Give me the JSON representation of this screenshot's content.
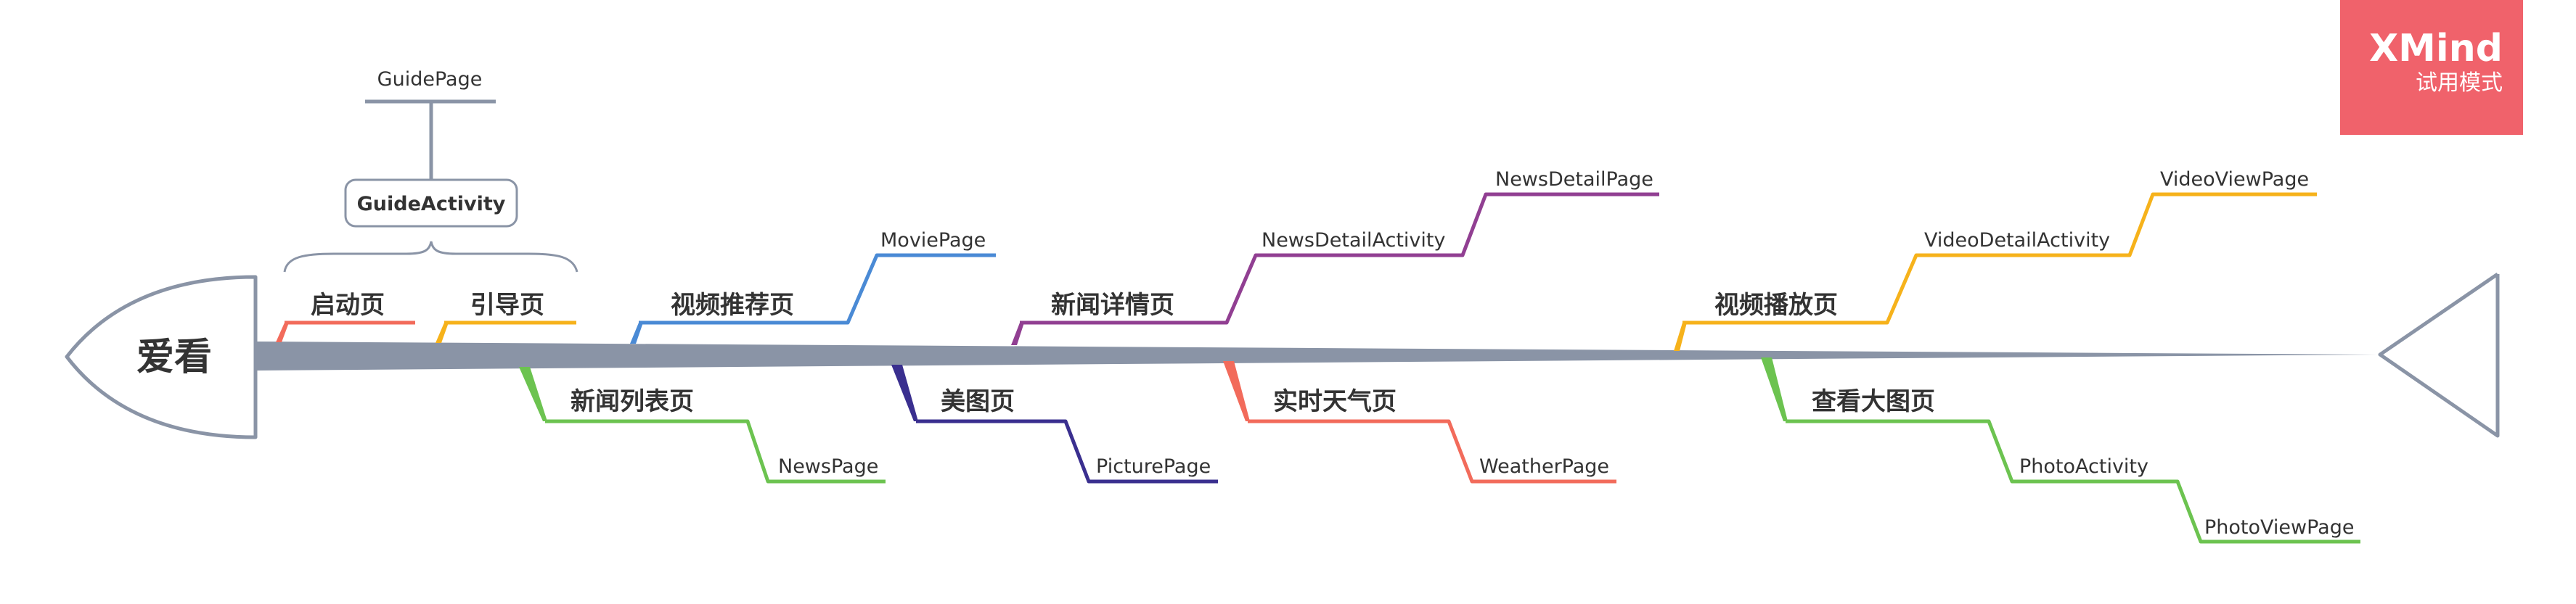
{
  "head": "爱看",
  "watermark": {
    "brand": "XMind",
    "mode": "试用模式"
  },
  "top_branches": [
    {
      "label": "启动页",
      "color": "#f26b5b"
    },
    {
      "label": "引导页",
      "color": "#f6b21b"
    },
    {
      "label": "视频推荐页",
      "color": "#4a8ad5"
    },
    {
      "label": "新闻详情页",
      "color": "#913f92"
    },
    {
      "label": "视频播放页",
      "color": "#f6b21b"
    }
  ],
  "bottom_branches": [
    {
      "label": "新闻列表页",
      "color": "#6cc350"
    },
    {
      "label": "美图页",
      "color": "#3a2f8f"
    },
    {
      "label": "实时天气页",
      "color": "#f26b5b"
    },
    {
      "label": "查看大图页",
      "color": "#6cc350"
    }
  ],
  "guide": {
    "activity": "GuideActivity",
    "page": "GuidePage"
  },
  "sub_topics": {
    "movie_page": "MoviePage",
    "news_detail_activity": "NewsDetailActivity",
    "news_detail_page": "NewsDetailPage",
    "video_detail_activity": "VideoDetailActivity",
    "video_view_page": "VideoViewPage",
    "news_page": "NewsPage",
    "picture_page": "PicturePage",
    "weather_page": "WeatherPage",
    "photo_activity": "PhotoActivity",
    "photo_view_page": "PhotoViewPage"
  },
  "spine_color": "#8a94a6"
}
